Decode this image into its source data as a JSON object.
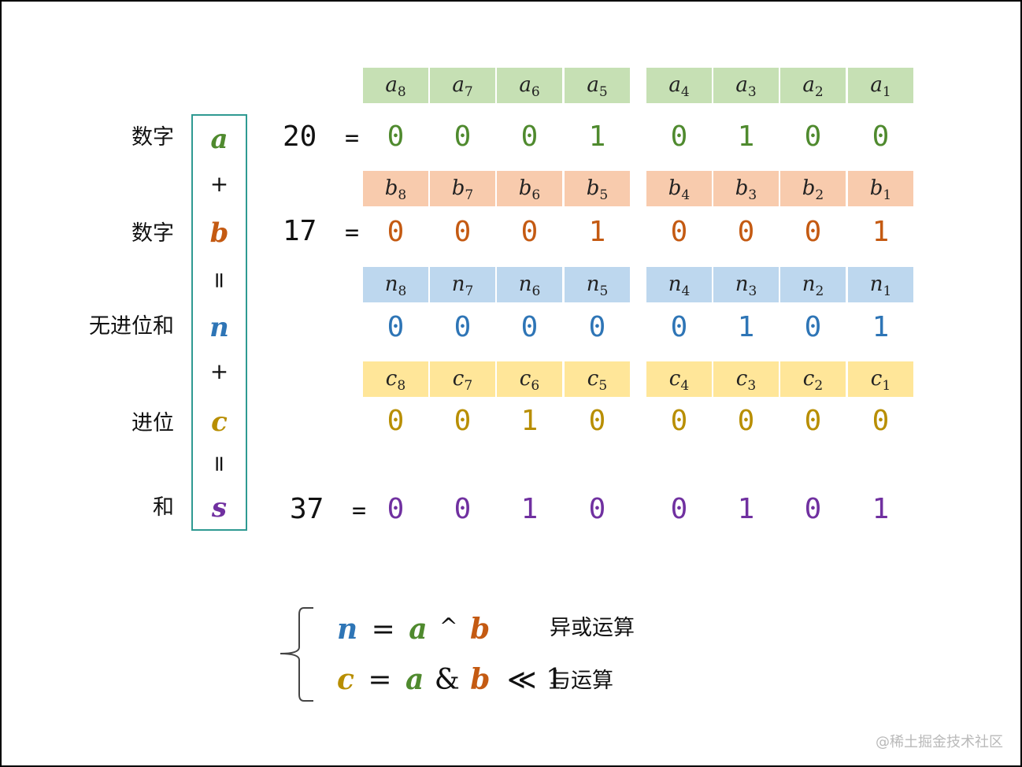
{
  "colors": {
    "a": "#4f8a2e",
    "b": "#c45a12",
    "n": "#2e75b6",
    "c": "#b88e00",
    "s": "#7030a0",
    "a_bg": "#c6e0b4",
    "b_bg": "#f8cbad",
    "n_bg": "#bdd7ee",
    "c_bg": "#ffe699",
    "box_border": "#2f9a92"
  },
  "row_labels": {
    "a": "数字",
    "b": "数字",
    "n": "无进位和",
    "c": "进位",
    "s": "和"
  },
  "vars": {
    "a": "a",
    "b": "b",
    "n": "n",
    "c": "c",
    "s": "s"
  },
  "ops": {
    "plus1": "+",
    "eq1": "=",
    "plus2": "+",
    "eq2": "="
  },
  "numbers": {
    "a": {
      "value": "20",
      "eq": "="
    },
    "b": {
      "value": "17",
      "eq": "="
    },
    "s": {
      "value": "37",
      "eq": "="
    }
  },
  "subscripts": [
    "8",
    "7",
    "6",
    "5",
    "4",
    "3",
    "2",
    "1"
  ],
  "bits": {
    "a": [
      "0",
      "0",
      "0",
      "1",
      "0",
      "1",
      "0",
      "0"
    ],
    "b": [
      "0",
      "0",
      "0",
      "1",
      "0",
      "0",
      "0",
      "1"
    ],
    "n": [
      "0",
      "0",
      "0",
      "0",
      "0",
      "1",
      "0",
      "1"
    ],
    "c": [
      "0",
      "0",
      "1",
      "0",
      "0",
      "0",
      "0",
      "0"
    ],
    "s": [
      "0",
      "0",
      "1",
      "0",
      "0",
      "1",
      "0",
      "1"
    ]
  },
  "formulas": {
    "xor": {
      "lhs": "n",
      "eq": "=",
      "x": "a",
      "op": "^",
      "y": "b",
      "desc": "异或运算"
    },
    "and": {
      "lhs": "c",
      "eq": "=",
      "x": "a",
      "op": "&",
      "y": "b",
      "shift": "≪ 1",
      "desc": "与运算"
    }
  },
  "watermark": "@稀土掘金技术社区"
}
